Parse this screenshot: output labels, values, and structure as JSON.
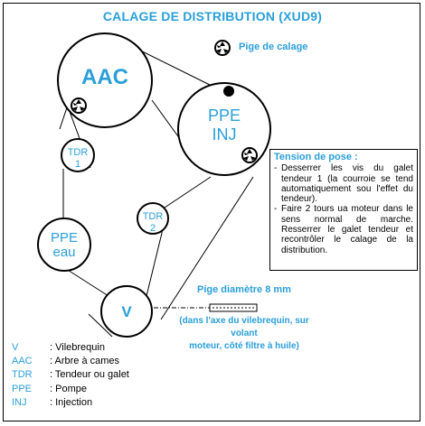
{
  "title": "CALAGE DE DISTRIBUTION (XUD9)",
  "pulleys": {
    "aac": "AAC",
    "ppe_inj_line1": "PPE",
    "ppe_inj_line2": "INJ",
    "tdr1_line1": "TDR",
    "tdr1_line2": "1",
    "tdr2_line1": "TDR",
    "tdr2_line2": "2",
    "ppe_eau_line1": "PPE",
    "ppe_eau_line2": "eau",
    "v": "V"
  },
  "pige_calage": "Pige de calage",
  "pige_diametre": "Pige diamètre 8 mm",
  "pige_note_line1": "(dans l'axe du vilebrequin, sur volant",
  "pige_note_line2": "moteur, côté filtre à huile)",
  "tension": {
    "title": "Tension de pose :",
    "steps": [
      "Desserrer les vis du galet tendeur 1 (la courroie se tend automatiquement sou l'effet du tendeur).",
      "Faire 2 tours ua moteur dans le sens normal de marche. Resserrer le galet tendeur et recontrôler le calage de la distribution."
    ],
    "dash": "-"
  },
  "legend": [
    {
      "abbr": "V",
      "desc": ": Vilebrequin"
    },
    {
      "abbr": "AAC",
      "desc": ": Arbre à cames"
    },
    {
      "abbr": "TDR",
      "desc": ": Tendeur ou galet"
    },
    {
      "abbr": "PPE",
      "desc": ": Pompe"
    },
    {
      "abbr": "INJ",
      "desc": ": Injection"
    }
  ],
  "colors": {
    "accent": "#2a9fd8",
    "line": "#000000"
  }
}
